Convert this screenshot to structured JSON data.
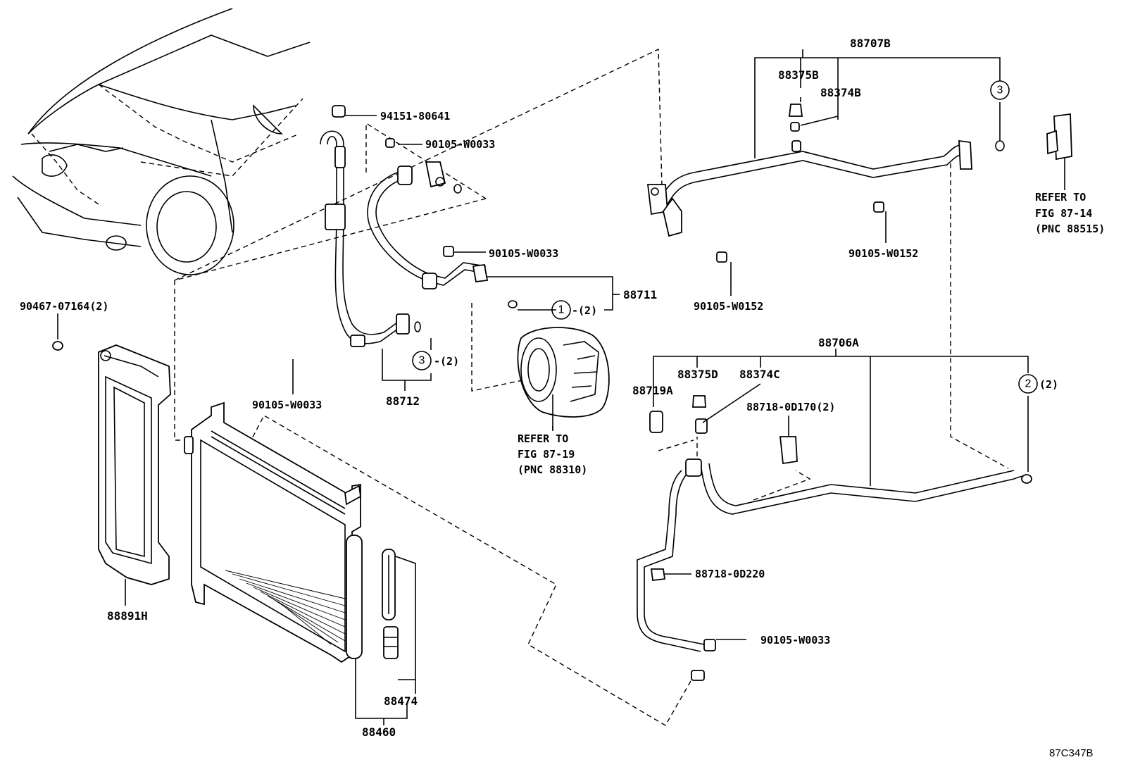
{
  "labels": {
    "p88707B": "88707B",
    "p88375B": "88375B",
    "p88374B": "88374B",
    "p94151": "94151-80641",
    "p90105_top": "90105-W0033",
    "p90105_mid": "90105-W0033",
    "p88711": "88711",
    "p88711_qty": "-(2)",
    "p90105_w0152_left": "90105-W0152",
    "p90105_w0152_right": "90105-W0152",
    "refer_8714_a": "REFER TO",
    "refer_8714_b": "FIG 87-14",
    "refer_8714_c": "(PNC 88515)",
    "p90467": "90467-07164(2)",
    "p88712": "88712",
    "p88712_qty": "-(2)",
    "p90105_left": "90105-W0033",
    "refer_8719_a": "REFER TO",
    "refer_8719_b": "FIG 87-19",
    "refer_8719_c": "(PNC 88310)",
    "p88706A": "88706A",
    "p88375D": "88375D",
    "p88374C": "88374C",
    "p88719A": "88719A",
    "p88718_d170": "88718-0D170(2)",
    "p2_qty": "(2)",
    "p88718_d220": "88718-0D220",
    "p90105_bottom": "90105-W0033",
    "p88891H": "88891H",
    "p88474": "88474",
    "p88460": "88460",
    "fig_code": "87C347B"
  },
  "callouts": {
    "c1": "1",
    "c2": "2",
    "c3_left": "3",
    "c3_right": "3"
  }
}
